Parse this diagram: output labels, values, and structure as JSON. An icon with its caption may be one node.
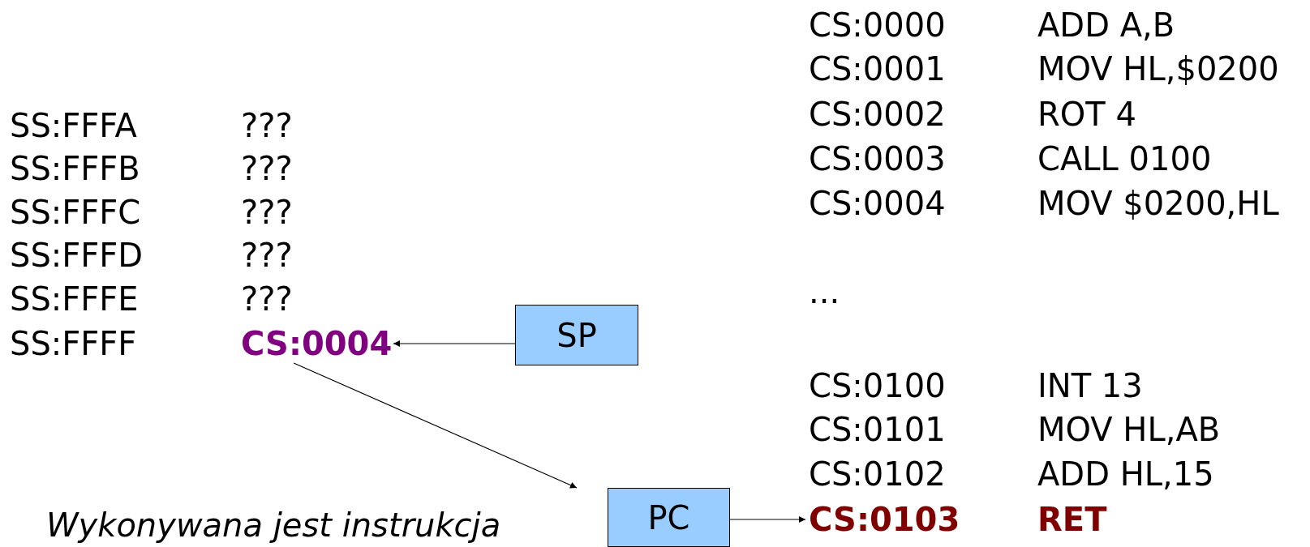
{
  "diagram": {
    "nodes": [
      {
        "text": [
          "CS:0004"
        ]
      },
      {
        "text": [
          "SP"
        ]
      },
      {
        "text": [
          "PC"
        ]
      },
      {
        "text": [
          "CS:0103"
        ]
      }
    ],
    "edges": [
      {
        "from": 1,
        "to": 0,
        "arrow": "to"
      },
      {
        "from": 0,
        "to": 2,
        "arrow": "to"
      },
      {
        "from": 2,
        "to": 3,
        "arrow": "to"
      }
    ],
    "labels": [
      "CS:0000",
      "ADD A,B",
      "CS:0001",
      "MOV HL,$0200",
      "CS:0002",
      "ROT 4",
      "CS:0003",
      "CALL 0100",
      "CS:0004",
      "MOV $0200,HL",
      "SS:FFFA",
      "???",
      "SS:FFFB",
      "???",
      "SS:FFFC",
      "???",
      "SS:FFFD",
      "???",
      "SS:FFFE",
      "???",
      "SS:FFFF",
      "...",
      "CS:0100",
      "INT 13",
      "CS:0101",
      "MOV HL,AB",
      "CS:0102",
      "ADD HL,15",
      "RET",
      "Wykonywana jest instrukcja"
    ]
  }
}
